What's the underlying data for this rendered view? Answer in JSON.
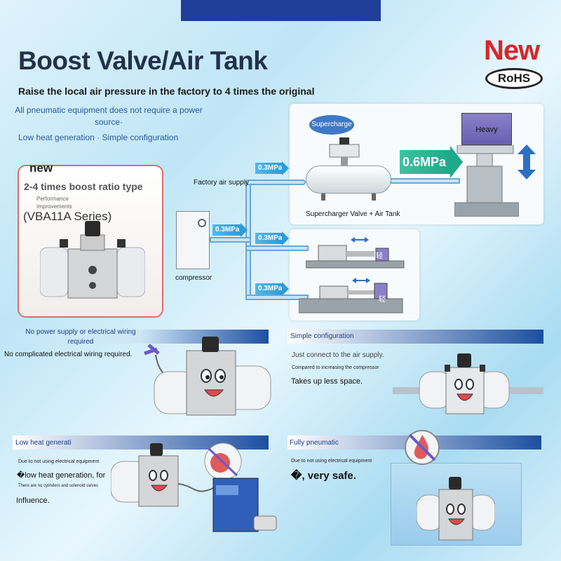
{
  "header": {
    "title": "Boost Valve/Air Tank",
    "new_logo": "New",
    "rohs": "RoHS",
    "subtitle": "Raise the local air pressure in the factory to 4 times the original",
    "feature1": "All pneumatic equipment does not require a power source·",
    "feature2": "Low heat generation · Simple configuration"
  },
  "product_card": {
    "new": "new",
    "type": "2-4 times boost ratio type",
    "performance": "Performance Improvements",
    "series": "(VBA11A Series)"
  },
  "diagram": {
    "factory_air_supply": "Factory air supply",
    "supercharge": "Supercharge",
    "heavy": "Heavy",
    "output_pressure": "0.6MPa",
    "tank_label": "Supercharger Valve + Air Tank",
    "compressor": "compressor",
    "pressure_03": "0.3MPa",
    "light": "轻"
  },
  "sections": {
    "no_power": {
      "title": "No power supply or electrical wiring required",
      "text": "No complicated electrical wiring required."
    },
    "simple": {
      "title": "Simple configuration",
      "text1": "Just connect to the air supply.",
      "text2": "Compared to increasing the compressor",
      "text3": "Takes up less space."
    },
    "low_heat": {
      "title": "Low heat generati",
      "text1": "Due to not using electrical equipment",
      "text2": "�low heat generation, for",
      "text3": "There are no cylinders and solenoid valves",
      "text4": "Influence."
    },
    "pneumatic": {
      "title": "Fully pneumatic",
      "text1": "Due to not using electrical equipment",
      "text2": "�, very safe."
    }
  },
  "colors": {
    "accent_blue": "#1d4fa0",
    "new_red": "#d7262a",
    "arrow_green": "#1ea98a"
  }
}
